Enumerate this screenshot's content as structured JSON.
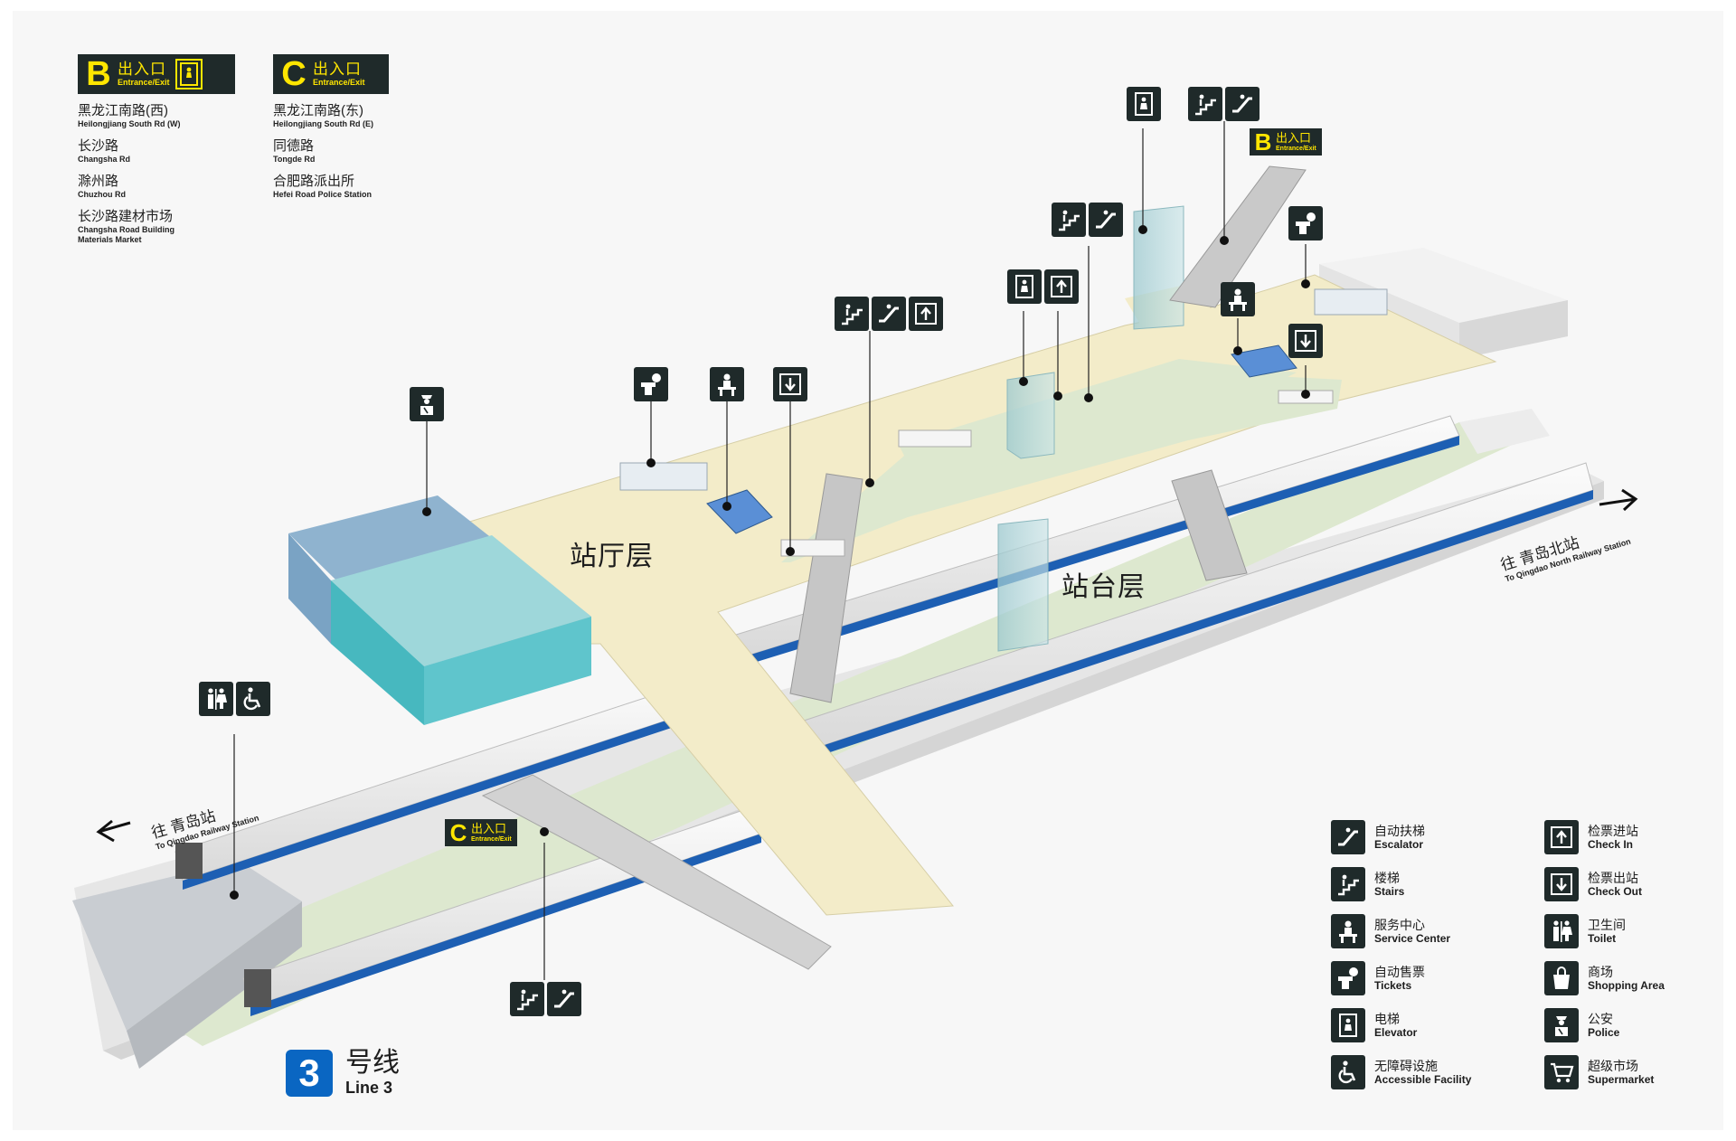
{
  "exits": [
    {
      "letter": "B",
      "label_cn": "出入口",
      "label_en": "Entrance/Exit",
      "destinations": [
        {
          "cn": "黑龙江南路(西)",
          "en": "Heilongjiang South Rd (W)"
        },
        {
          "cn": "长沙路",
          "en": "Changsha Rd"
        },
        {
          "cn": "滁州路",
          "en": "Chuzhou Rd"
        },
        {
          "cn": "长沙路建材市场",
          "en": "Changsha Road Building Materials Market"
        }
      ]
    },
    {
      "letter": "C",
      "label_cn": "出入口",
      "label_en": "Entrance/Exit",
      "destinations": [
        {
          "cn": "黑龙江南路(东)",
          "en": "Heilongjiang South Rd (E)"
        },
        {
          "cn": "同德路",
          "en": "Tongde Rd"
        },
        {
          "cn": "合肥路派出所",
          "en": "Hefei Road Police Station"
        }
      ]
    }
  ],
  "floors": {
    "concourse": "站厅层",
    "platform": "站台层"
  },
  "directions": {
    "left": {
      "cn": "往 青岛站",
      "en": "To Qingdao Railway Station"
    },
    "right": {
      "cn": "往 青岛北站",
      "en": "To Qingdao North Railway Station"
    }
  },
  "map_exits": {
    "b": {
      "letter": "B",
      "cn": "出入口",
      "en": "Entrance/Exit"
    },
    "c": {
      "letter": "C",
      "cn": "出入口",
      "en": "Entrance/Exit"
    }
  },
  "line": {
    "number": "3",
    "cn": "号线",
    "en": "Line 3"
  },
  "legend": [
    {
      "icon": "escalator-icon",
      "cn": "自动扶梯",
      "en": "Escalator"
    },
    {
      "icon": "check-in-icon",
      "cn": "检票进站",
      "en": "Check In"
    },
    {
      "icon": "stairs-icon",
      "cn": "楼梯",
      "en": "Stairs"
    },
    {
      "icon": "check-out-icon",
      "cn": "检票出站",
      "en": "Check Out"
    },
    {
      "icon": "service-center-icon",
      "cn": "服务中心",
      "en": "Service Center"
    },
    {
      "icon": "toilet-icon",
      "cn": "卫生间",
      "en": "Toilet"
    },
    {
      "icon": "tickets-icon",
      "cn": "自动售票",
      "en": "Tickets"
    },
    {
      "icon": "shopping-icon",
      "cn": "商场",
      "en": "Shopping Area"
    },
    {
      "icon": "elevator-icon",
      "cn": "电梯",
      "en": "Elevator"
    },
    {
      "icon": "police-icon",
      "cn": "公安",
      "en": "Police"
    },
    {
      "icon": "accessible-icon",
      "cn": "无障碍设施",
      "en": "Accessible Facility"
    },
    {
      "icon": "supermarket-icon",
      "cn": "超级市场",
      "en": "Supermarket"
    }
  ],
  "colors": {
    "sign_bg": "#1f2a2a",
    "sign_fg": "#ffe600",
    "concourse": "#f3ecc9",
    "paid_area": "#dde8cf",
    "line_blue": "#0a66c2",
    "shopping_block": "#5fc5cc"
  }
}
